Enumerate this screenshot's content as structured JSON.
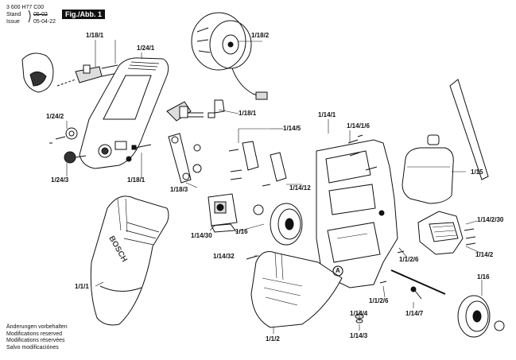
{
  "header": {
    "docno": "3 600 H77 C00",
    "stand_label": "Stand",
    "issue_label": "Issue",
    "stand_value": "05-02",
    "issue_value": "05-04-22",
    "figure": "Fig./Abb. 1"
  },
  "labels": {
    "l_1_18_1_a": "1/18/1",
    "l_1_24_1": "1/24/1",
    "l_1_18_2": "1/18/2",
    "l_1_24_2": "1/24/2",
    "l_1_24_3": "1/24/3",
    "l_1_18_1_b": "1/18/1",
    "l_1_18_1_c": "1/18/1",
    "l_1_18_3": "1/18/3",
    "l_1_14_5": "1/14/5",
    "l_1_14_1": "1/14/1",
    "l_1_14_1_6": "1/14/1/6",
    "l_1_14_12": "1/14/12",
    "l_1_15": "1/15",
    "l_1_14_30_a": "1/14/30",
    "l_1_16_a": "1/16",
    "l_1_14_32": "1/14/32",
    "l_1_14_2_30": "1/14/2/30",
    "l_1_14_2": "1/14/2",
    "l_1_1_2_6_a": "1/1/2/6",
    "l_1_1_2_6_b": "1/1/2/6",
    "l_1_16_b": "1/16",
    "l_1_1_1": "1/1/1",
    "l_1_14_4": "1/14/4",
    "l_1_14_7": "1/14/7",
    "l_1_14_3": "1/14/3",
    "l_1_1_2": "1/1/2",
    "marker_a": "A",
    "brand": "BOSCH"
  },
  "footer": {
    "line1": "Änderungen vorbehalten",
    "line2": "Modifications reserved",
    "line3": "Modifications réservées",
    "line4": "Salvo modificaciónes"
  }
}
